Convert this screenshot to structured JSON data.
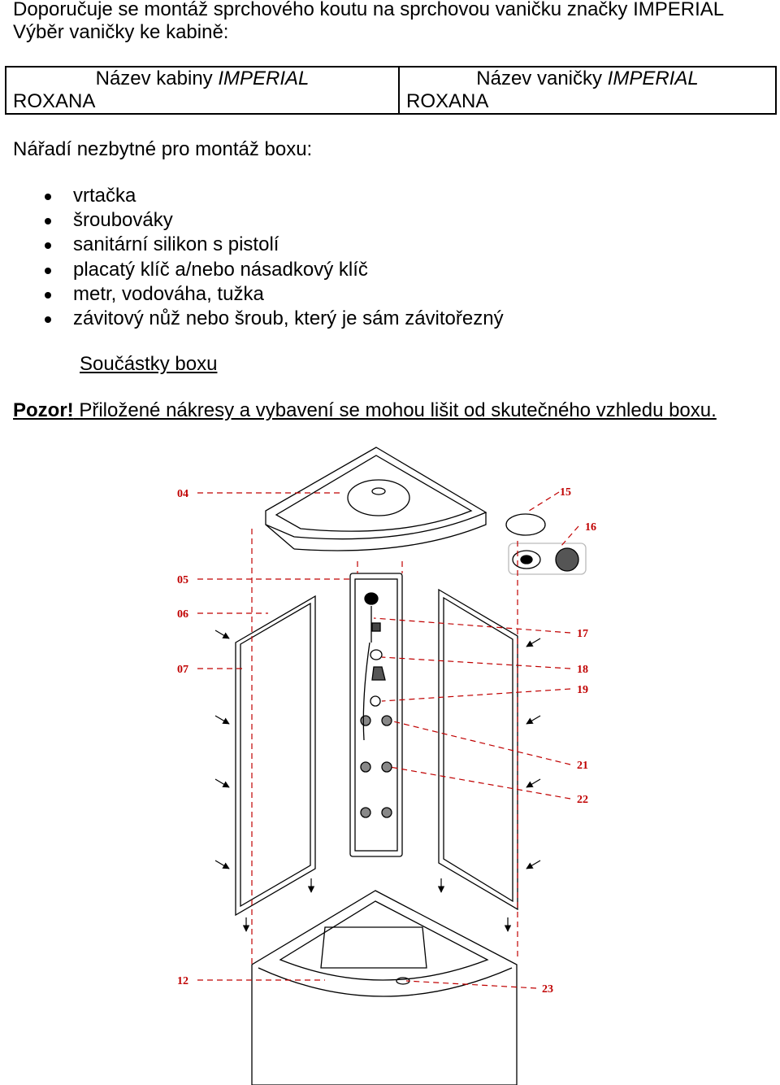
{
  "intro": {
    "line1": "Doporučuje se montáž sprchového koutu na sprchovou vaničku značky IMPERIAL",
    "line2": "Výběr vaničky ke kabině:"
  },
  "table": {
    "cabin_header_prefix": "Název kabiny ",
    "cabin_header_brand": "IMPERIAL",
    "cabin_value": "ROXANA",
    "tray_header_prefix": "Název vaničky ",
    "tray_header_brand": "IMPERIAL",
    "tray_value": "ROXANA"
  },
  "tools": {
    "title": "Nářadí nezbytné pro montáž boxu:",
    "items": [
      "vrtačka",
      "šroubováky",
      "sanitární silikon s pistolí",
      "placatý klíč a/nebo násadkový klíč",
      "metr, vodováha, tužka",
      "závitový nůž nebo šroub, který je sám závitořezný"
    ]
  },
  "parts_heading": "Součástky boxu",
  "warning": {
    "bold": "Pozor!",
    "text": " Přiložené nákresy a vybavení se mohou lišit od skutečného vzhledu boxu."
  },
  "drawing": {
    "label_color": "#c00000",
    "labels": [
      "04",
      "05",
      "06",
      "07",
      "12",
      "15",
      "16",
      "17",
      "18",
      "19",
      "21",
      "22",
      "23"
    ]
  }
}
